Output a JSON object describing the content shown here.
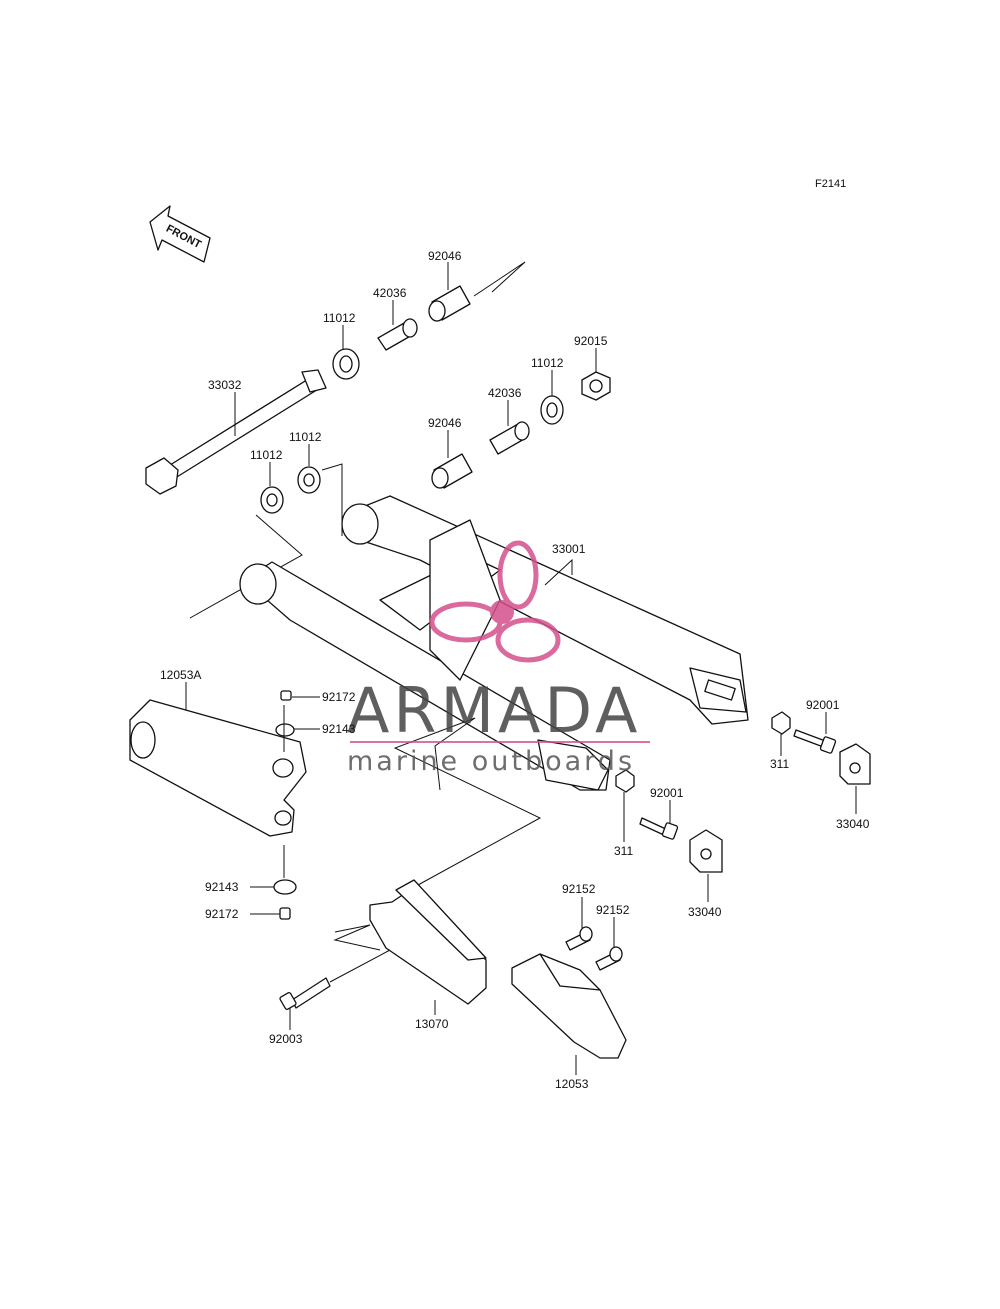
{
  "diagram_code": "F2141",
  "front_arrow_label": "FRONT",
  "watermark": {
    "brand": "ARMADA",
    "tagline": "marine outboards",
    "accent_color": "#d44f8c"
  },
  "parts": {
    "p33032": "33032",
    "p11012_a": "11012",
    "p11012_b": "11012",
    "p11012_c": "11012",
    "p11012_d": "11012",
    "p42036_a": "42036",
    "p42036_b": "42036",
    "p92046_a": "92046",
    "p92046_b": "92046",
    "p92015": "92015",
    "p33001": "33001",
    "p12053A": "12053A",
    "p92172_a": "92172",
    "p92172_b": "92172",
    "p92143_a": "92143",
    "p92143_b": "92143",
    "p92001_a": "92001",
    "p92001_b": "92001",
    "p311_a": "311",
    "p311_b": "311",
    "p33040_a": "33040",
    "p33040_b": "33040",
    "p92152_a": "92152",
    "p92152_b": "92152",
    "p92003": "92003",
    "p13070": "13070",
    "p12053": "12053"
  }
}
